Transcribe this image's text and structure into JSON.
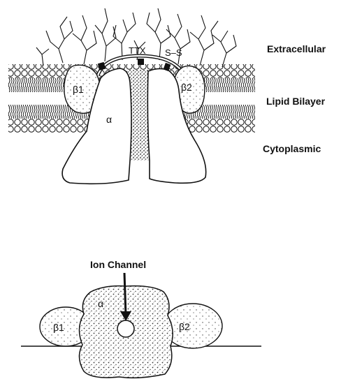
{
  "top_panel": {
    "labels": {
      "extracellular": "Extracellular",
      "lipid_bilayer": "Lipid Bilayer",
      "cytoplasmic": "Cytoplasmic"
    },
    "subunits": {
      "alpha": "α",
      "beta1": "β1",
      "beta2": "β2"
    },
    "toxin_site": "TTX",
    "disulfide": "S–S"
  },
  "bottom_panel": {
    "ion_channel_label": "Ion Channel",
    "subunits": {
      "alpha": "α",
      "beta1": "β1",
      "beta2": "β2"
    }
  }
}
